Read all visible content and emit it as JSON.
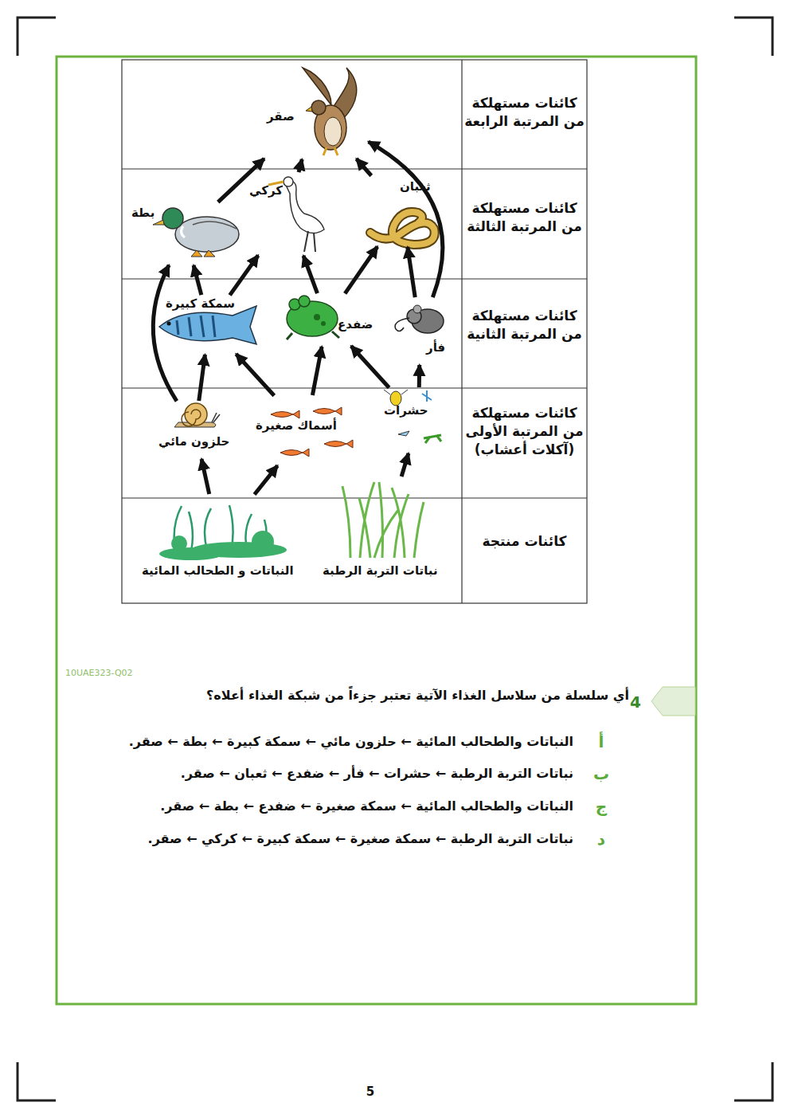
{
  "diagram": {
    "nodes": [
      {
        "text": [
          "صقر"
        ]
      },
      {
        "text": [
          "بطة"
        ]
      },
      {
        "text": [
          "كركي"
        ]
      },
      {
        "text": [
          "ثعبان"
        ]
      },
      {
        "text": [
          "سمكة كبيرة"
        ]
      },
      {
        "text": [
          "ضفدع"
        ]
      },
      {
        "text": [
          "فأر"
        ]
      },
      {
        "text": [
          "حلزون مائي"
        ]
      },
      {
        "text": [
          "أسماك صغيرة"
        ]
      },
      {
        "text": [
          "حشرات"
        ]
      },
      {
        "text": [
          "النباتات و الطحالب المائية"
        ]
      },
      {
        "text": [
          "نباتات التربة الرطبة"
        ]
      }
    ],
    "edges": [
      {
        "from": 10,
        "to": 7,
        "arrow": "to"
      },
      {
        "from": 10,
        "to": 8,
        "arrow": "to"
      },
      {
        "from": 11,
        "to": 9,
        "arrow": "to"
      },
      {
        "from": 7,
        "to": 4,
        "arrow": "to"
      },
      {
        "from": 7,
        "to": 1,
        "arrow": "to"
      },
      {
        "from": 8,
        "to": 4,
        "arrow": "to"
      },
      {
        "from": 8,
        "to": 5,
        "arrow": "to"
      },
      {
        "from": 9,
        "to": 5,
        "arrow": "to"
      },
      {
        "from": 9,
        "to": 6,
        "arrow": "to"
      },
      {
        "from": 4,
        "to": 1,
        "arrow": "to"
      },
      {
        "from": 4,
        "to": 2,
        "arrow": "to"
      },
      {
        "from": 5,
        "to": 2,
        "arrow": "to"
      },
      {
        "from": 5,
        "to": 3,
        "arrow": "to"
      },
      {
        "from": 6,
        "to": 3,
        "arrow": "to"
      },
      {
        "from": 6,
        "to": 0,
        "arrow": "to"
      },
      {
        "from": 1,
        "to": 0,
        "arrow": "to"
      },
      {
        "from": 2,
        "to": 0,
        "arrow": "to"
      },
      {
        "from": 3,
        "to": 0,
        "arrow": "to"
      }
    ],
    "labels": [
      "كائنات مستهلكة من المرتبة الرابعة",
      "كائنات مستهلكة من المرتبة الثالثة",
      "كائنات مستهلكة من المرتبة الثانية",
      "كائنات مستهلكة من المرتبة الأولى (آكلات أعشاب)",
      "كائنات منتجة",
      "10UAE323-Q02",
      "4",
      "أي سلسلة من سلاسل الغذاء الآتية تعتبر جزءاً من شبكة الغذاء أعلاه؟",
      "أ",
      "النباتات والطحالب المائية ← حلزون مائي ← سمكة كبيرة ← بطة ← صقر.",
      "ب",
      "نباتات التربة الرطبة ← حشرات ← فأر ← ضفدع ← ثعبان ← صقر.",
      "ج",
      "النباتات والطحالب المائية ← سمكة صغيرة ← ضفدع ← بطة ← صقر.",
      "د",
      "نباتات التربة الرطبة ← سمكة صغيرة ← سمكة كبيرة ← كركي ← صقر.",
      "5"
    ]
  }
}
